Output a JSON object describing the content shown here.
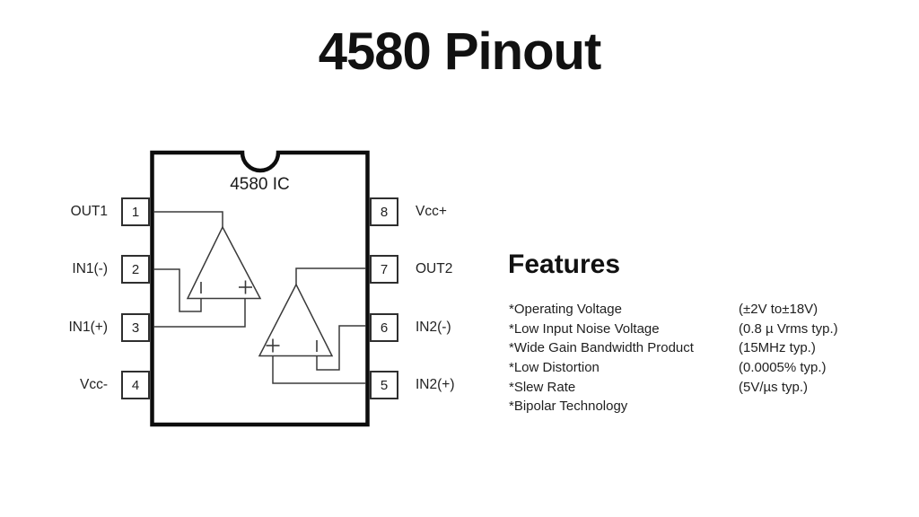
{
  "title": "4580 Pinout",
  "diagram": {
    "chip_label": "4580 IC",
    "left_pins": [
      {
        "number": "1",
        "label": "OUT1"
      },
      {
        "number": "2",
        "label": "IN1(-)"
      },
      {
        "number": "3",
        "label": "IN1(+)"
      },
      {
        "number": "4",
        "label": "Vcc-"
      }
    ],
    "right_pins": [
      {
        "number": "8",
        "label": "Vcc+"
      },
      {
        "number": "7",
        "label": "OUT2"
      },
      {
        "number": "6",
        "label": "IN2(-)"
      },
      {
        "number": "5",
        "label": "IN2(+)"
      }
    ],
    "opamps": [
      {
        "name": "opamp-1",
        "inverting_input_pin": "2",
        "noninverting_input_pin": "3",
        "output_pin": "1"
      },
      {
        "name": "opamp-2",
        "inverting_input_pin": "6",
        "noninverting_input_pin": "5",
        "output_pin": "7"
      }
    ]
  },
  "features": {
    "heading": "Features",
    "items": [
      {
        "name": "*Operating Voltage",
        "value": "(±2V to±18V)"
      },
      {
        "name": "*Low Input Noise Voltage",
        "value": "(0.8 µ Vrms typ.)"
      },
      {
        "name": "*Wide Gain Bandwidth Product",
        "value": "(15MHz typ.)"
      },
      {
        "name": "*Low Distortion",
        "value": "(0.0005% typ.)"
      },
      {
        "name": "*Slew Rate",
        "value": "(5V/µs typ.)"
      },
      {
        "name": "*Bipolar Technology",
        "value": ""
      }
    ]
  },
  "colors": {
    "background": "#ffffff",
    "ic_border": "#0d0d0d",
    "wire": "#3a3a3a",
    "text": "#1a1a1a"
  }
}
